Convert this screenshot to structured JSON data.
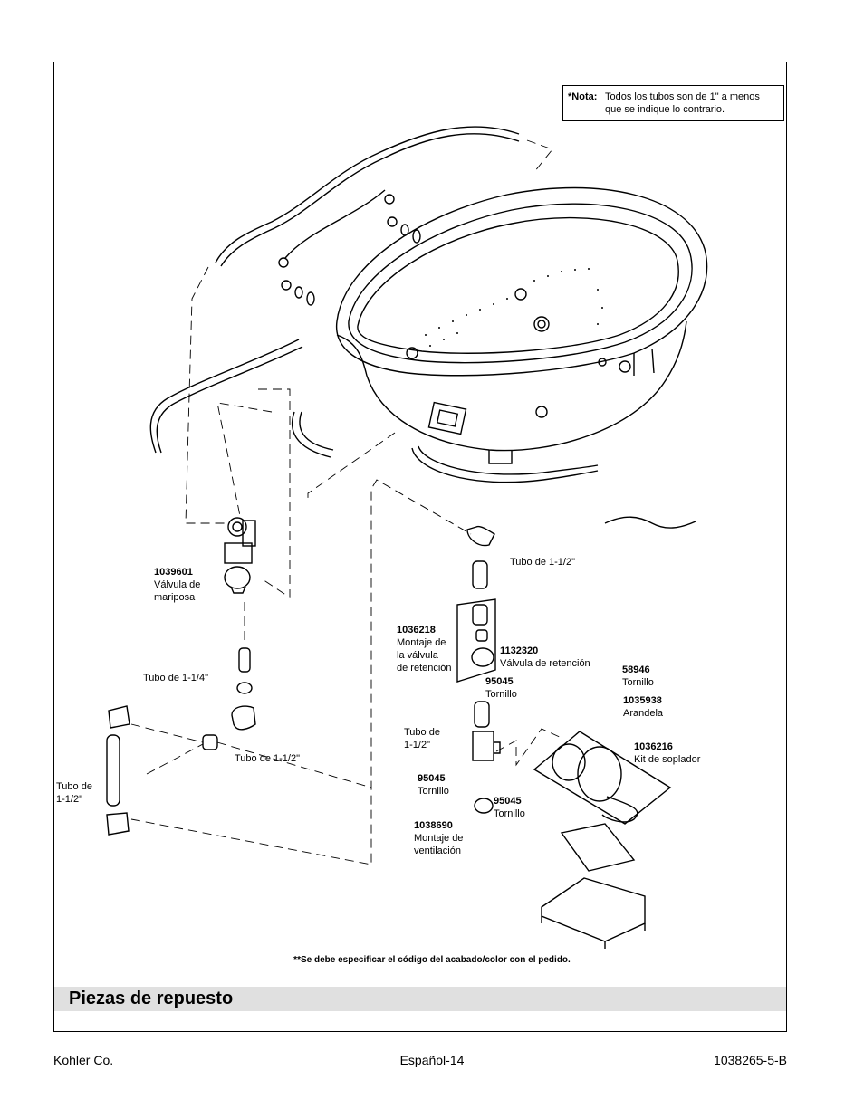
{
  "note": {
    "label": "*Nota:",
    "lines": [
      "Todos los tubos son de 1\" a menos",
      "que se indique lo contrario."
    ]
  },
  "labels": {
    "l1039601": {
      "num": "1039601",
      "lines": [
        "Válvula de",
        "mariposa"
      ]
    },
    "tubo_1_1_4": {
      "lines": [
        "Tubo de 1-1/4\""
      ]
    },
    "tubo_1_1_2_left": {
      "lines": [
        "Tubo de",
        "1-1/2\""
      ]
    },
    "tubo_1_1_2_mid": {
      "lines": [
        "Tubo de 1-1/2\""
      ]
    },
    "tubo_1_1_2_top": {
      "lines": [
        "Tubo de 1-1/2\""
      ]
    },
    "l1036218": {
      "num": "1036218",
      "lines": [
        "Montaje de",
        "la válvula",
        "de retención"
      ]
    },
    "l1132320": {
      "num": "1132320",
      "lines": [
        "Válvula de retención"
      ]
    },
    "l95045_a": {
      "num": "95045",
      "lines": [
        "Tornillo"
      ]
    },
    "tubo_1_1_2_right": {
      "lines": [
        "Tubo de",
        "1-1/2\""
      ]
    },
    "l95045_b": {
      "num": "95045",
      "lines": [
        "Tornillo"
      ]
    },
    "l95045_c": {
      "num": "95045",
      "lines": [
        "Tornillo"
      ]
    },
    "l1038690": {
      "num": "1038690",
      "lines": [
        "Montaje de",
        "ventilación"
      ]
    },
    "l58946": {
      "num": "58946",
      "lines": [
        "Tornillo"
      ]
    },
    "l1035938": {
      "num": "1035938",
      "lines": [
        "Arandela"
      ]
    },
    "l1036216": {
      "num": "1036216",
      "lines": [
        "Kit de soplador"
      ]
    }
  },
  "finish_note": "**Se debe especificar el código del acabado/color con el pedido.",
  "section_title": "Piezas de repuesto",
  "footer": {
    "left": "Kohler Co.",
    "center": "Español-14",
    "right": "1038265-5-B"
  }
}
